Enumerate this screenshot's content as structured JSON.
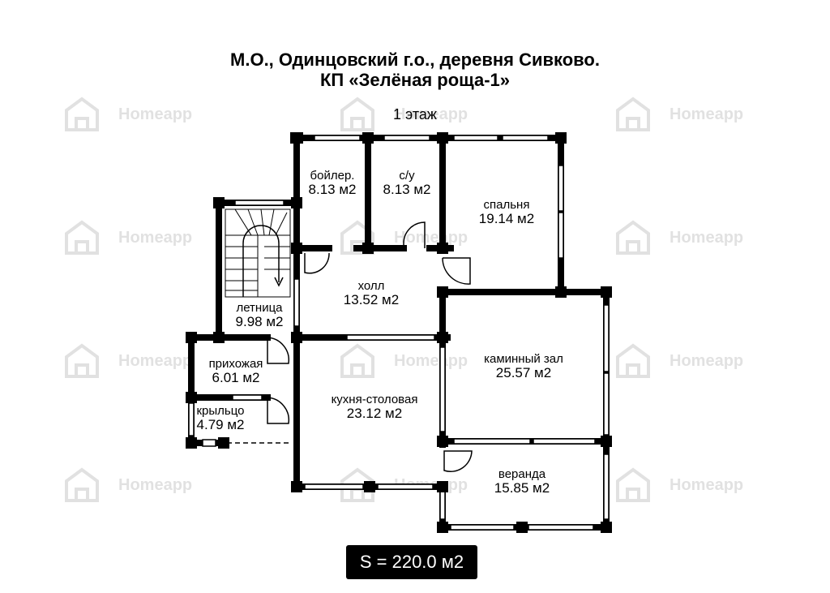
{
  "title_line1": "М.О., Одинцовский г.о., деревня Сивково.",
  "title_line2": "КП «Зелёная роща-1»",
  "floor_label": "1 этаж",
  "watermark_text": "Homeapp",
  "total_area": "S = 220.0 м2",
  "rooms": {
    "boiler": {
      "name": "бойлер.",
      "area": "8.13 м2"
    },
    "bath": {
      "name": "с/у",
      "area": "8.13 м2"
    },
    "bedroom": {
      "name": "спальня",
      "area": "19.14 м2"
    },
    "hall": {
      "name": "холл",
      "area": "13.52 м2"
    },
    "summer_room": {
      "name": "летница",
      "area": "9.98 м2"
    },
    "entry": {
      "name": "прихожая",
      "area": "6.01 м2"
    },
    "porch": {
      "name": "крыльцо",
      "area": "4.79 м2"
    },
    "kitchen": {
      "name": "кухня-столовая",
      "area": "23.12 м2"
    },
    "fireplace": {
      "name": "каминный зал",
      "area": "25.57 м2"
    },
    "veranda": {
      "name": "веранда",
      "area": "15.85 м2"
    }
  },
  "colors": {
    "wall": "#000000",
    "watermark": "#333333",
    "badge_bg": "#000000",
    "badge_text": "#ffffff"
  }
}
